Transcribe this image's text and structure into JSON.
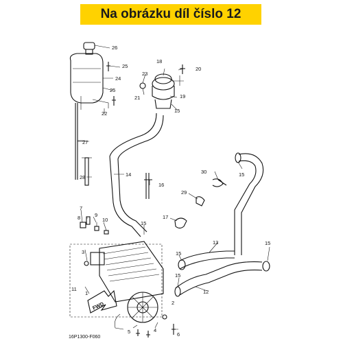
{
  "header": {
    "title": "Na obrázku díl číslo 12"
  },
  "diagram": {
    "callouts": {
      "c1": "1",
      "c2": "2",
      "c3": "3",
      "c4": "4",
      "c5": "5",
      "c6": "6",
      "c7": "7",
      "c8": "8",
      "c9": "9",
      "c10": "10",
      "c11": "11",
      "c12": "12",
      "c13": "13",
      "c14": "14",
      "c15a": "15",
      "c15b": "15",
      "c15c": "15",
      "c15d": "15",
      "c15e": "15",
      "c16": "16",
      "c17": "17",
      "c18": "18",
      "c19": "19",
      "c20": "20",
      "c21": "21",
      "c22": "22",
      "c23": "23",
      "c24": "24",
      "c25a": "25",
      "c25b": "25",
      "c26": "26",
      "c27": "27",
      "c28": "28",
      "c29": "29",
      "c30": "30"
    },
    "fwd_label": "FWD",
    "code": "16P1300-F060"
  }
}
